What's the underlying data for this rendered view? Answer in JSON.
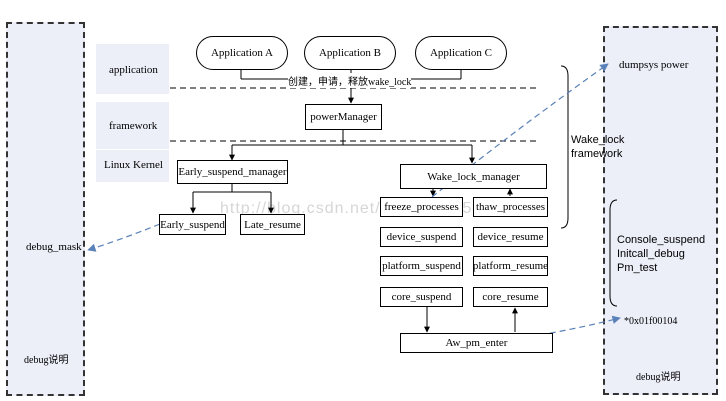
{
  "watermark": "http://blog.csdn.net/wh_19910525",
  "left_panel": {
    "debug_mask": "debug_mask",
    "note": "debug说明"
  },
  "right_panel": {
    "dumpsys": "dumpsys power",
    "console": "Console_suspend",
    "initcall": "Initcall_debug",
    "pm_test": "Pm_test",
    "address": "*0x01f00104",
    "note": "debug说明"
  },
  "layers": {
    "application": "application",
    "framework": "framework",
    "kernel": "Linux Kernel"
  },
  "apps": [
    "Application A",
    "Application B",
    "Application C"
  ],
  "app_annotation": "创建，申请，释放wake_lock",
  "nodes": {
    "power_manager": "powerManager",
    "early_suspend_manager": "Early_suspend_manager",
    "early_suspend": "Early_suspend",
    "late_resume": "Late_resume",
    "wake_lock_manager": "Wake_lock_manager",
    "freeze_processes": "freeze_processes",
    "thaw_processes": "thaw_processes",
    "device_suspend": "device_suspend",
    "device_resume": "device_resume",
    "platform_suspend": "platform_suspend",
    "platform_resume": "platform_resume",
    "core_suspend": "core_suspend",
    "core_resume": "core_resume",
    "aw_pm_enter": "Aw_pm_enter"
  },
  "wake_lock_framework": {
    "line1": "Wake_lock",
    "line2": "framework"
  },
  "colors": {
    "panel_fill": "#eceef8",
    "dashed_arrow": "#5a82b8",
    "border": "#000000"
  }
}
